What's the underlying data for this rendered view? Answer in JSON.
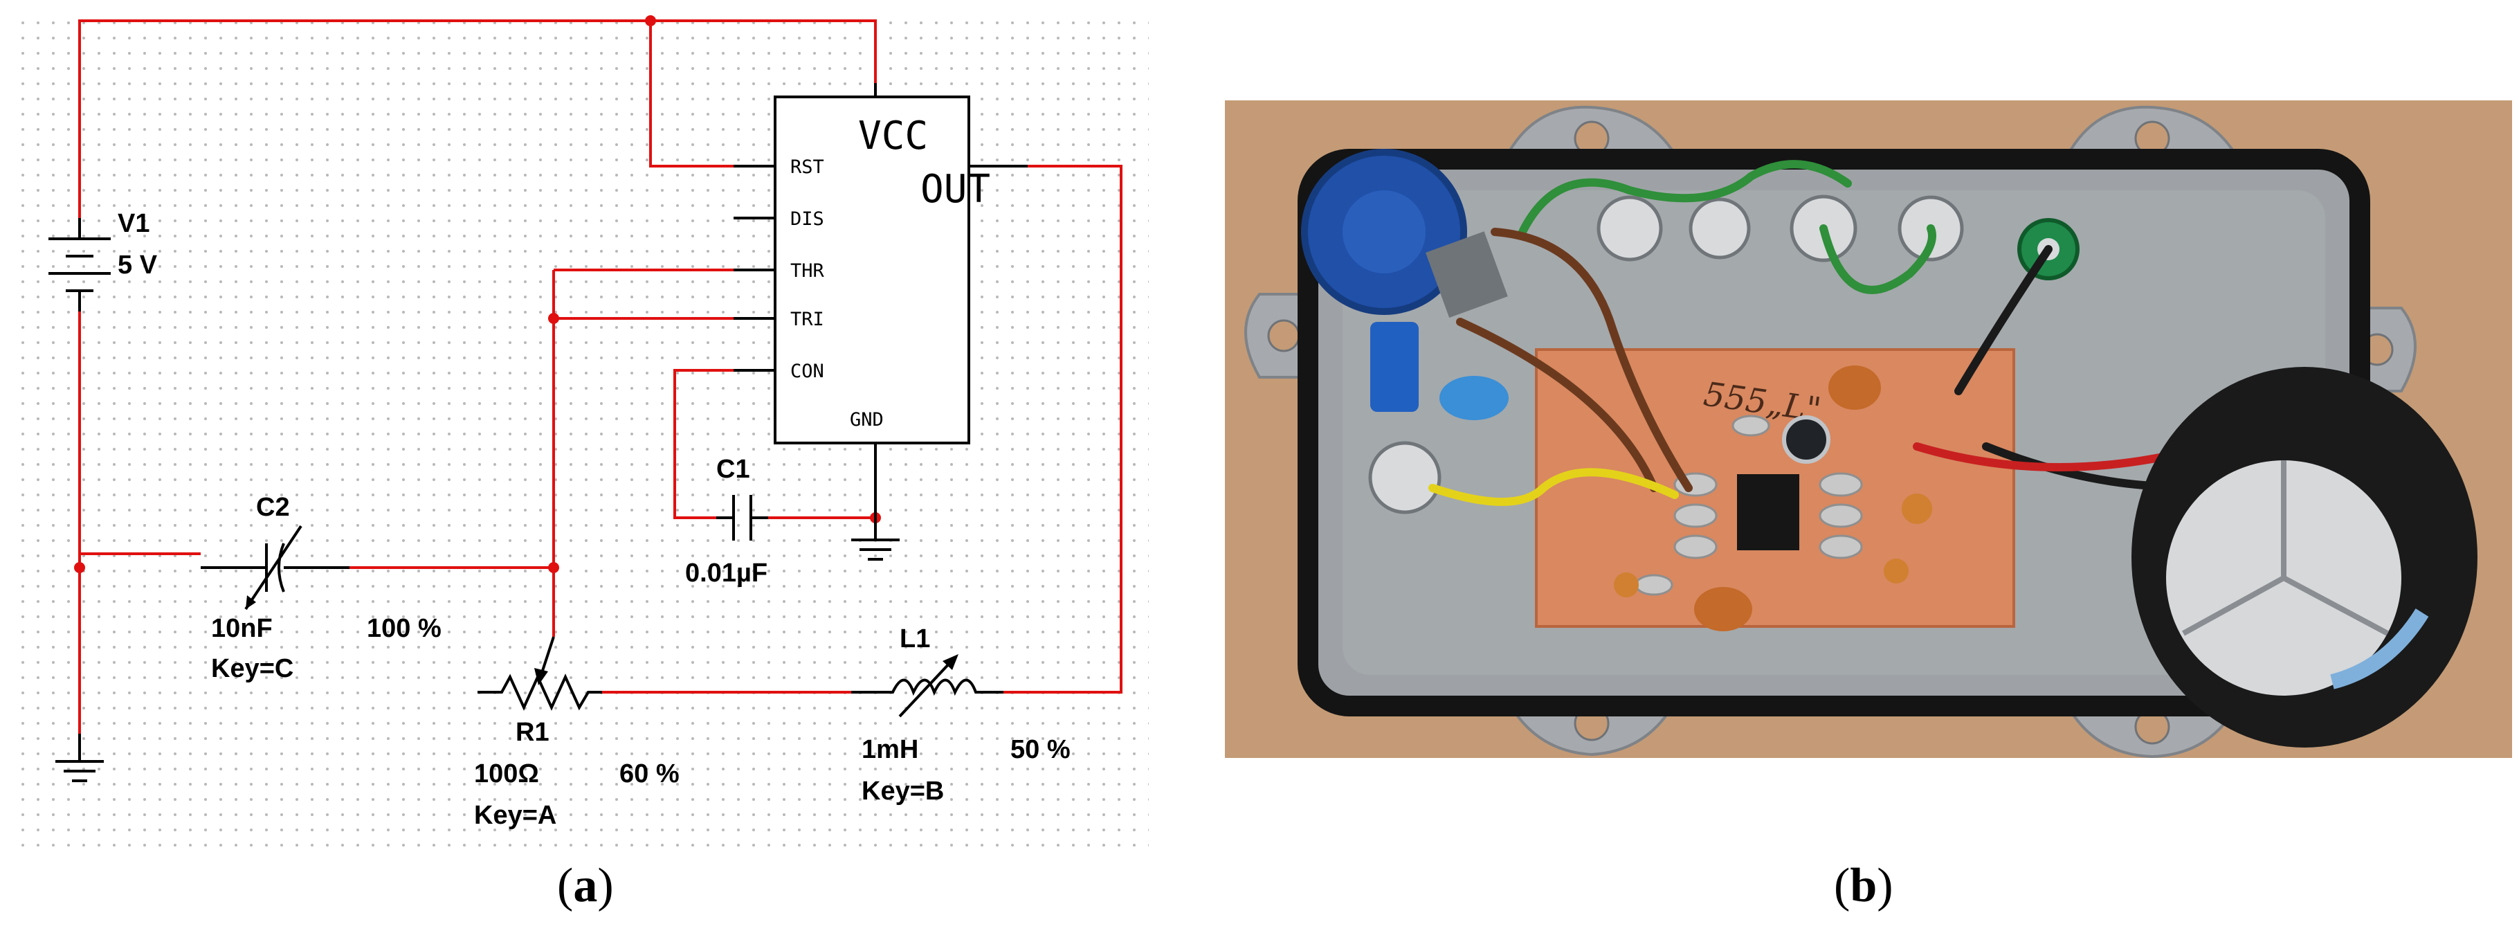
{
  "schematic": {
    "ic": {
      "vcc": "VCC",
      "out": "OUT",
      "pins_left": [
        "RST",
        "DIS",
        "THR",
        "TRI",
        "CON"
      ],
      "gnd": "GND"
    },
    "components": {
      "v1": {
        "name": "V1",
        "value": "5 V"
      },
      "c1": {
        "name": "C1",
        "value": "0.01µF"
      },
      "c2": {
        "name": "C2",
        "value": "10nF",
        "key": "Key=C",
        "percent": "100 %"
      },
      "r1": {
        "name": "R1",
        "value": "100Ω",
        "key": "Key=A",
        "percent": "60 %"
      },
      "l1": {
        "name": "L1",
        "value": "1mH",
        "key": "Key=B",
        "percent": "50 %"
      }
    },
    "colors": {
      "wire": "#e01010",
      "component": "#000000",
      "grid_dot": "#b8b8b8"
    }
  },
  "photo": {
    "pcb_handwriting": "555„L\"",
    "colors": {
      "background": "#c49b76",
      "enclosure": "#9ea2a6",
      "border": "#141414",
      "pcb": "#d98860",
      "potentiometer": "#2050a8",
      "capacitor": "#1a1a1a"
    }
  },
  "captions": {
    "a": "a",
    "b": "b"
  }
}
